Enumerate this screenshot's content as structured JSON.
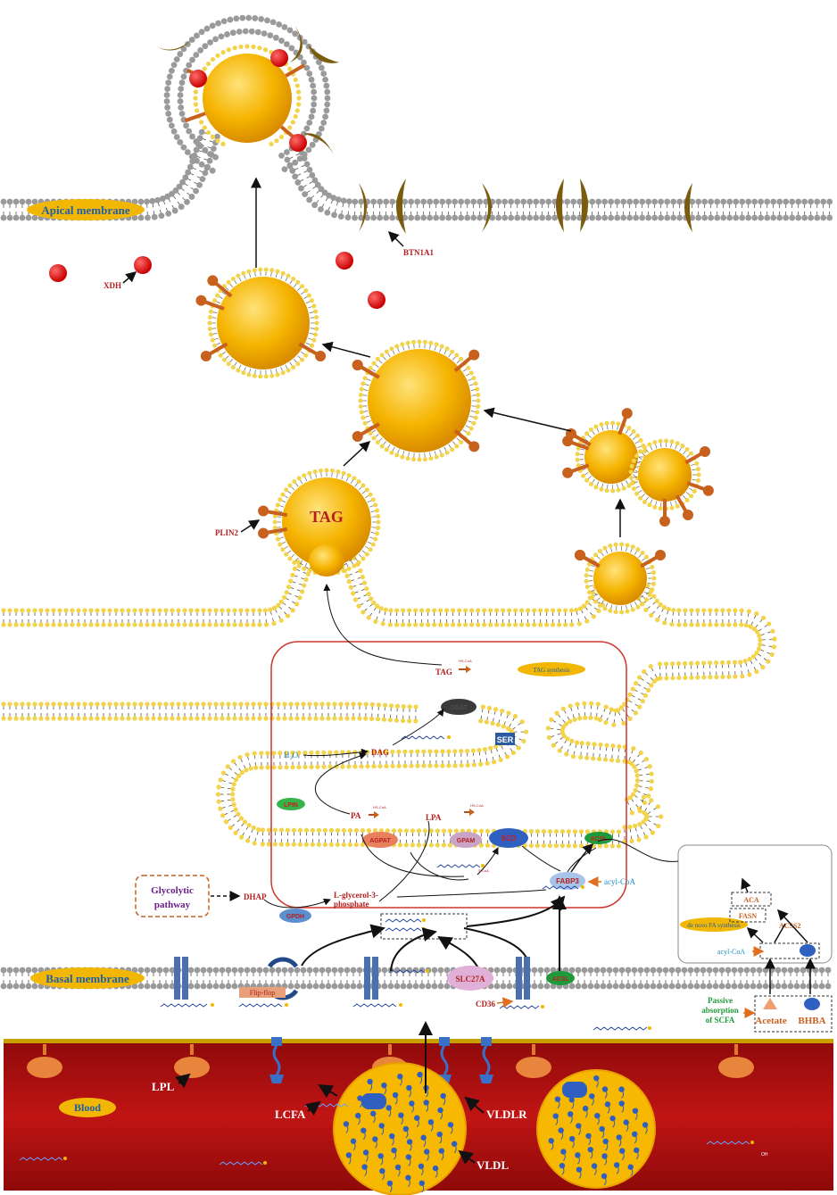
{
  "labels": {
    "apical_membrane": "Apical membrane",
    "basal_membrane": "Basal membrane",
    "blood": "Blood",
    "btn1a1": "BTN1A1",
    "xdh": "XDH",
    "plin2": "PLIN2",
    "tag_droplet": "TAG",
    "tag": "TAG",
    "tag_synthesis": "TAG synthesis",
    "dgat": "DGAT",
    "ser": "SER",
    "h2o": "H₂O",
    "dag": "DAG",
    "lpin": "LPIN",
    "pa": "PA",
    "lpa": "LPA",
    "agpat": "AGPAT",
    "gpam": "GPAM",
    "scd": "SCD",
    "acsl": "ACSL",
    "acsl2": "ACSL",
    "fabp3": "FABP3",
    "acyl_coa": "acyl-CoA",
    "acyl_coa2": "acyl-CoA",
    "hs_coa": "HS-CoA",
    "s_coa": "S-CoA",
    "glycolytic": "Glycolytic",
    "pathway": "pathway",
    "dhap": "DHAP",
    "gpdh": "GPDH",
    "lglycerol1": "L-glycerol-3-",
    "lglycerol2": "phosphate",
    "de_novo": "de novo FA synthesis",
    "aca": "ACA",
    "fasn": "FASN",
    "acss2": "ACSS2",
    "flip_flop": "Flip-flop",
    "slc27a": "SLC27A",
    "cd36": "CD36",
    "passive1": "Passive",
    "passive2": "absorption",
    "passive3": "of SCFA",
    "acetate": "Acetate",
    "bhba": "BHBA",
    "lpl": "LPL",
    "lcfa": "LCFA",
    "vldlr": "VLDLR",
    "vldl": "VLDL",
    "oh": "OH"
  },
  "colors": {
    "blood": "#b30f0f",
    "droplet": "#f5b400",
    "membrane_head": "#9a9a9a",
    "phospholipid_head": "#f3d34a",
    "er_box": "#d0342c",
    "label_red": "#b41e1e",
    "label_blue": "#1e8fc8",
    "oval_fill": "#f2b705",
    "oval_text": "#1f5fa8",
    "plin": "#c8601e",
    "xdh": "#e00000",
    "btn": "#7a5c0e"
  }
}
